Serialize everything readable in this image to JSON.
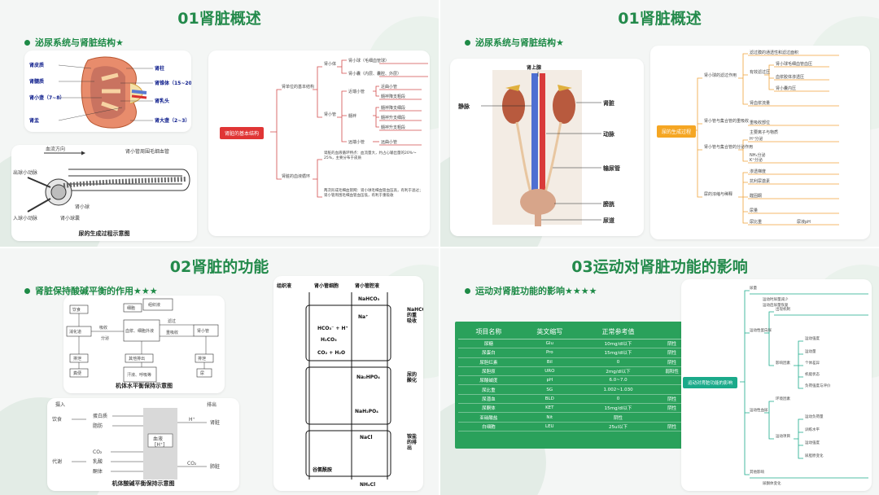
{
  "slides": [
    {
      "title": "01肾脏概述",
      "subtitle": "泌尿系统与肾脏结构★",
      "kidney_labels": {
        "left": [
          "肾皮质",
          "肾髓质",
          "肾小盏（7~8）",
          "肾盂"
        ],
        "right": [
          "肾柱",
          "肾锥体（15~20）",
          "肾乳头",
          "肾大盏（2~3）"
        ]
      },
      "nephron_labels": {
        "blood_flow": "血流方向",
        "peritubular": "肾小管周围毛细血管",
        "efferent": "出球小动脉",
        "afferent": "入球小动脉",
        "glomerulus": "肾小球",
        "capsule": "肾小球囊",
        "caption": "尿的生成过程示意图"
      },
      "mindmap": {
        "root": "肾脏的基本结构",
        "b1": "肾单位的基本结构",
        "b2": "肾脏的血液循环",
        "n1": "肾小体",
        "n2": "肾小管",
        "n1a": "肾小球（毛细血管球）",
        "n1b": "肾小囊（内层、囊腔、外层）",
        "t1": "近端小管",
        "t2": "髓袢",
        "t3": "远端小管",
        "t1a": "近曲小管",
        "t1b": "髓袢降支粗段",
        "t2a": "髓袢降支细段",
        "t2b": "髓袢升支细段",
        "t2c": "髓袢升支粗段",
        "t3a": "远曲小管",
        "c1": "肾脏的血液循环特点：血流量大，约占心输出量的20%～25%，主要分布于皮质",
        "c2": "两次形成毛细血管网：肾小球毛细血管血压高，有利于滤过；肾小管周围毛细血管血压低，有利于重吸收"
      }
    },
    {
      "title": "01肾脏概述",
      "subtitle": "泌尿系统与肾脏结构★",
      "anat_labels": {
        "adrenal": "肾上腺",
        "vein": "静脉",
        "kidney": "肾脏",
        "artery": "动脉",
        "ureter": "输尿管",
        "bladder": "膀胱",
        "urethra": "尿道"
      },
      "mindmap": {
        "root": "尿的生成过程",
        "b1": "肾小球的滤过作用",
        "b2": "肾小管与集合管的重吸收",
        "b3": "肾小管与集合管的分泌作用",
        "b4": "尿的浓缩与稀释",
        "l1": "滤过膜的通透性和滤过面积",
        "l2": "有效滤过压",
        "l3": "肾小球毛细血管血压",
        "l4": "血浆胶体渗透压",
        "l5": "肾小囊内压",
        "l6": "肾血浆流量",
        "l7": "重吸收部位",
        "l8": "主要离子与物质",
        "l9": "H⁺分泌",
        "l10": "NH₃分泌",
        "l11": "K⁺分泌",
        "l12": "渗透梯度",
        "l13": "抗利尿激素",
        "l14": "醛固酮",
        "l15": "尿量",
        "l16": "尿比重",
        "l17": "尿液pH"
      }
    },
    {
      "title": "02肾脏的功能",
      "subtitle": "肾脏保持酸碱平衡的作用★★★",
      "water_diagram": {
        "caption": "机体水平衡保持示意图",
        "nodes": [
          "饮食",
          "消化道",
          "细胞",
          "组织液",
          "吸收",
          "血浆、细胞外液",
          "滤过",
          "重吸收",
          "分泌",
          "肾小管",
          "排泄",
          "粪便",
          "其他排出",
          "汗液、呼吸等",
          "排泄",
          "尿"
        ]
      },
      "acid_diagram": {
        "caption": "机体酸碱平衡保持示意图",
        "labels": [
          "摄入",
          "饮食",
          "蛋白质",
          "脂肪",
          "代谢",
          "CO₂",
          "乳酸",
          "酮体",
          "血液",
          "[H⁺]",
          "排出",
          "H⁺",
          "肾脏",
          "CO₂",
          "肺脏"
        ]
      },
      "tubule_diagram": {
        "headers": [
          "组织液",
          "肾小管细胞",
          "肾小管腔液"
        ],
        "side": [
          "NaHCO₃的重吸收",
          "尿的酸化",
          "铵盐的排出"
        ],
        "rows": [
          "NaHCO₃",
          "Na⁺",
          "HCO₃⁻ + H⁺",
          "H₂CO₃",
          "CO₂ + H₂O",
          "Na₂HPO₄",
          "NaH₂PO₄",
          "NaCl",
          "NH₄Cl",
          "谷氨酰胺"
        ]
      }
    },
    {
      "title": "03运动对肾脏功能的影响",
      "subtitle": "运动对肾脏功能的影响★★★★",
      "table": {
        "headers": [
          "项目名称",
          "英文缩写",
          "正常参考值",
          ""
        ],
        "rows": [
          [
            "尿糖",
            "Glu",
            "10mg/dl以下",
            "阴性"
          ],
          [
            "尿蛋白",
            "Pro",
            "15mg/dl以下",
            "阴性"
          ],
          [
            "尿胆红素",
            "Bil",
            "0",
            "阴性"
          ],
          [
            "尿胆原",
            "URO",
            "2mg/dl以下",
            "弱阳性"
          ],
          [
            "尿酸碱度",
            "pH",
            "6.0~7.0",
            ""
          ],
          [
            "尿比重",
            "SG",
            "1.002~1.030",
            ""
          ],
          [
            "尿潜血",
            "BLD",
            "0",
            "阴性"
          ],
          [
            "尿酮体",
            "KET",
            "15mg/dl以下",
            "阴性"
          ],
          [
            "亚硝酸盐",
            "Nit",
            "阴性",
            ""
          ],
          [
            "白细胞",
            "LEU",
            "25ul以下",
            "阴性"
          ]
        ]
      },
      "mindmap": {
        "root": "运动对肾脏功能的影响",
        "b1": "尿量",
        "b2": "运动性蛋白尿",
        "b3": "运动性血尿",
        "b4": "其他影响",
        "l1": "运动时尿量减少",
        "l2": "运动后尿量恢复",
        "l3": "出现机制",
        "l4": "影响因素",
        "l5": "运动强度",
        "l6": "运动量",
        "l7": "个体差异",
        "l8": "机能状态",
        "l9": "负荷强度与评价",
        "l10": "环境因素",
        "l11": "运动项目",
        "l12": "运动负荷量",
        "l13": "训练水平",
        "l14": "运动强度",
        "l15": "尿胆原变化",
        "l16": "尿酮体变化"
      }
    }
  ],
  "colors": {
    "green": "#238a4b",
    "table_green": "#2aa15b",
    "mm_red": "#e03535",
    "mm_orange": "#f5a623",
    "mm_teal": "#1aaa8a"
  }
}
